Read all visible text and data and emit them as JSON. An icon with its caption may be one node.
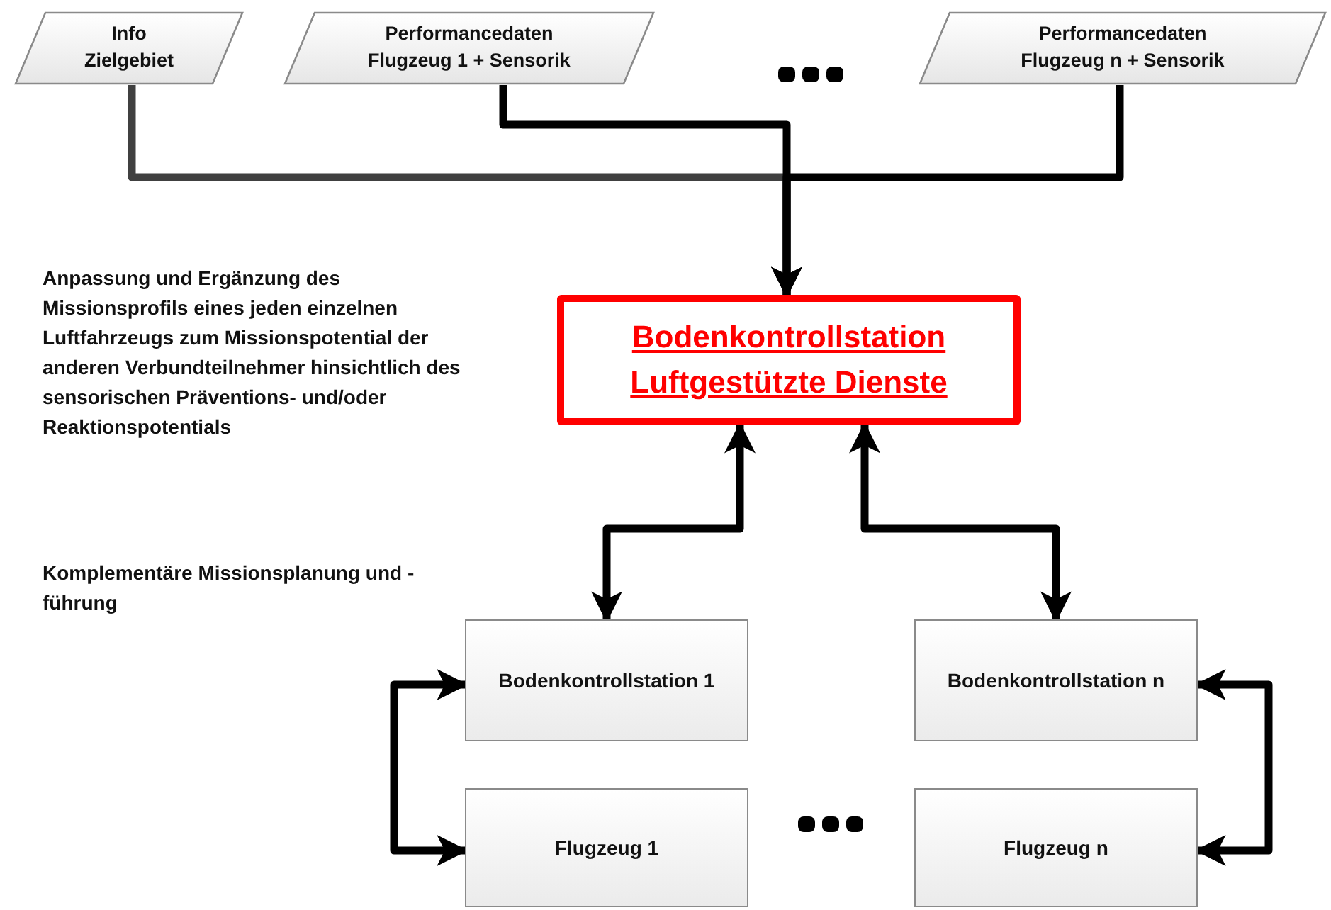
{
  "diagram": {
    "nodes": [
      {
        "text": [
          "Info Zielgebiet"
        ]
      },
      {
        "text": [
          "Performancedaten Flugzeug 1 + Sensorik"
        ]
      },
      {
        "text": [
          "Performancedaten Flugzeug n + Sensorik"
        ]
      },
      {
        "text": [
          "Bodenkontrollstation Luftgestützte Dienste"
        ]
      },
      {
        "text": [
          "Bodenkontrollstation 1"
        ]
      },
      {
        "text": [
          "Bodenkontrollstation n"
        ]
      },
      {
        "text": [
          "Flugzeug 1"
        ]
      },
      {
        "text": [
          "Flugzeug n"
        ]
      }
    ],
    "edges": [
      {
        "from": 0,
        "to": 3,
        "arrow": "to",
        "color": "#404040"
      },
      {
        "from": 1,
        "to": 3,
        "arrow": "to"
      },
      {
        "from": 2,
        "to": 3,
        "arrow": "to"
      },
      {
        "from": 3,
        "to": 4,
        "arrow": "both"
      },
      {
        "from": 3,
        "to": 5,
        "arrow": "both"
      },
      {
        "from": 4,
        "to": 6,
        "arrow": "both"
      },
      {
        "from": 5,
        "to": 7,
        "arrow": "both"
      }
    ],
    "labels": [
      "Anpassung und Ergänzung des Missionsprofils eines jeden einzelnen Luftfahrzeugs zum Missionspotential der anderen Verbundteilnehmer hinsichtlich des sensorischen Präventions- und/oder Reaktionspotentials",
      "Komplementäre Missionsplanung und -führung"
    ]
  }
}
